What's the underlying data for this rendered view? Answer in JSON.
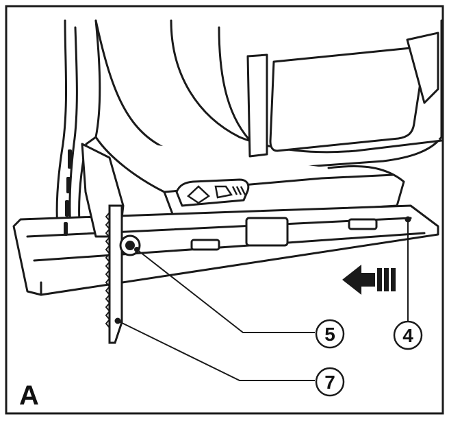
{
  "figure": {
    "panel_label": "A",
    "callouts": [
      {
        "id": "callout-5",
        "label": "5"
      },
      {
        "id": "callout-4",
        "label": "4"
      },
      {
        "id": "callout-7",
        "label": "7"
      }
    ],
    "direction_arrow": "arrow-left-icon"
  }
}
